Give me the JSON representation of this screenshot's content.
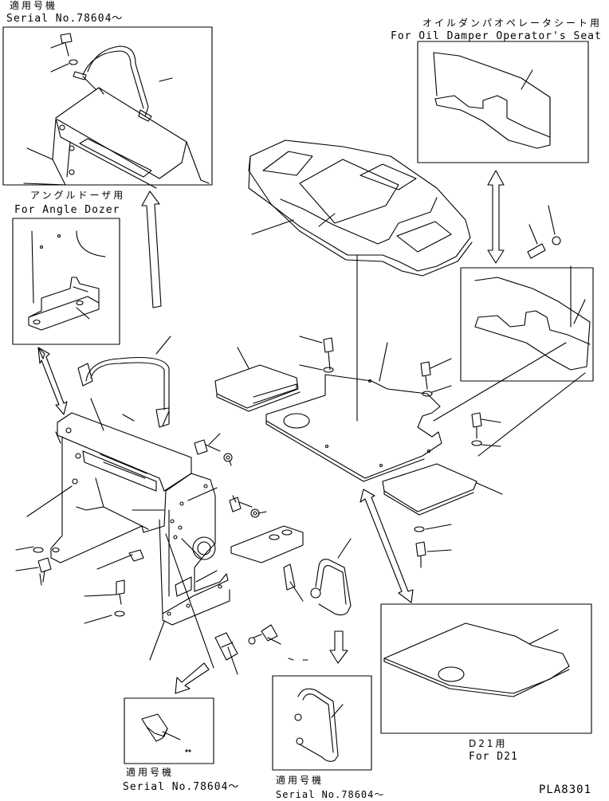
{
  "labels": {
    "top_left_jp": "適用号機",
    "top_left_serial": "Serial No.78604～",
    "oil_damper_jp": "オイルダンパオペレータシート用",
    "oil_damper_en": "For Oil Damper Operator's Seat",
    "angle_dozer_jp": "アングルドーザ用",
    "angle_dozer_en": "For Angle Dozer",
    "d21_jp": "D21用",
    "d21_en": "For D21",
    "bottom_mid_jp": "適用号機",
    "bottom_mid_serial": "Serial No.78604～",
    "bottom_right_jp": "適用号機",
    "bottom_right_serial": "Serial No.78604～",
    "drawing_code": "PLA8301"
  }
}
